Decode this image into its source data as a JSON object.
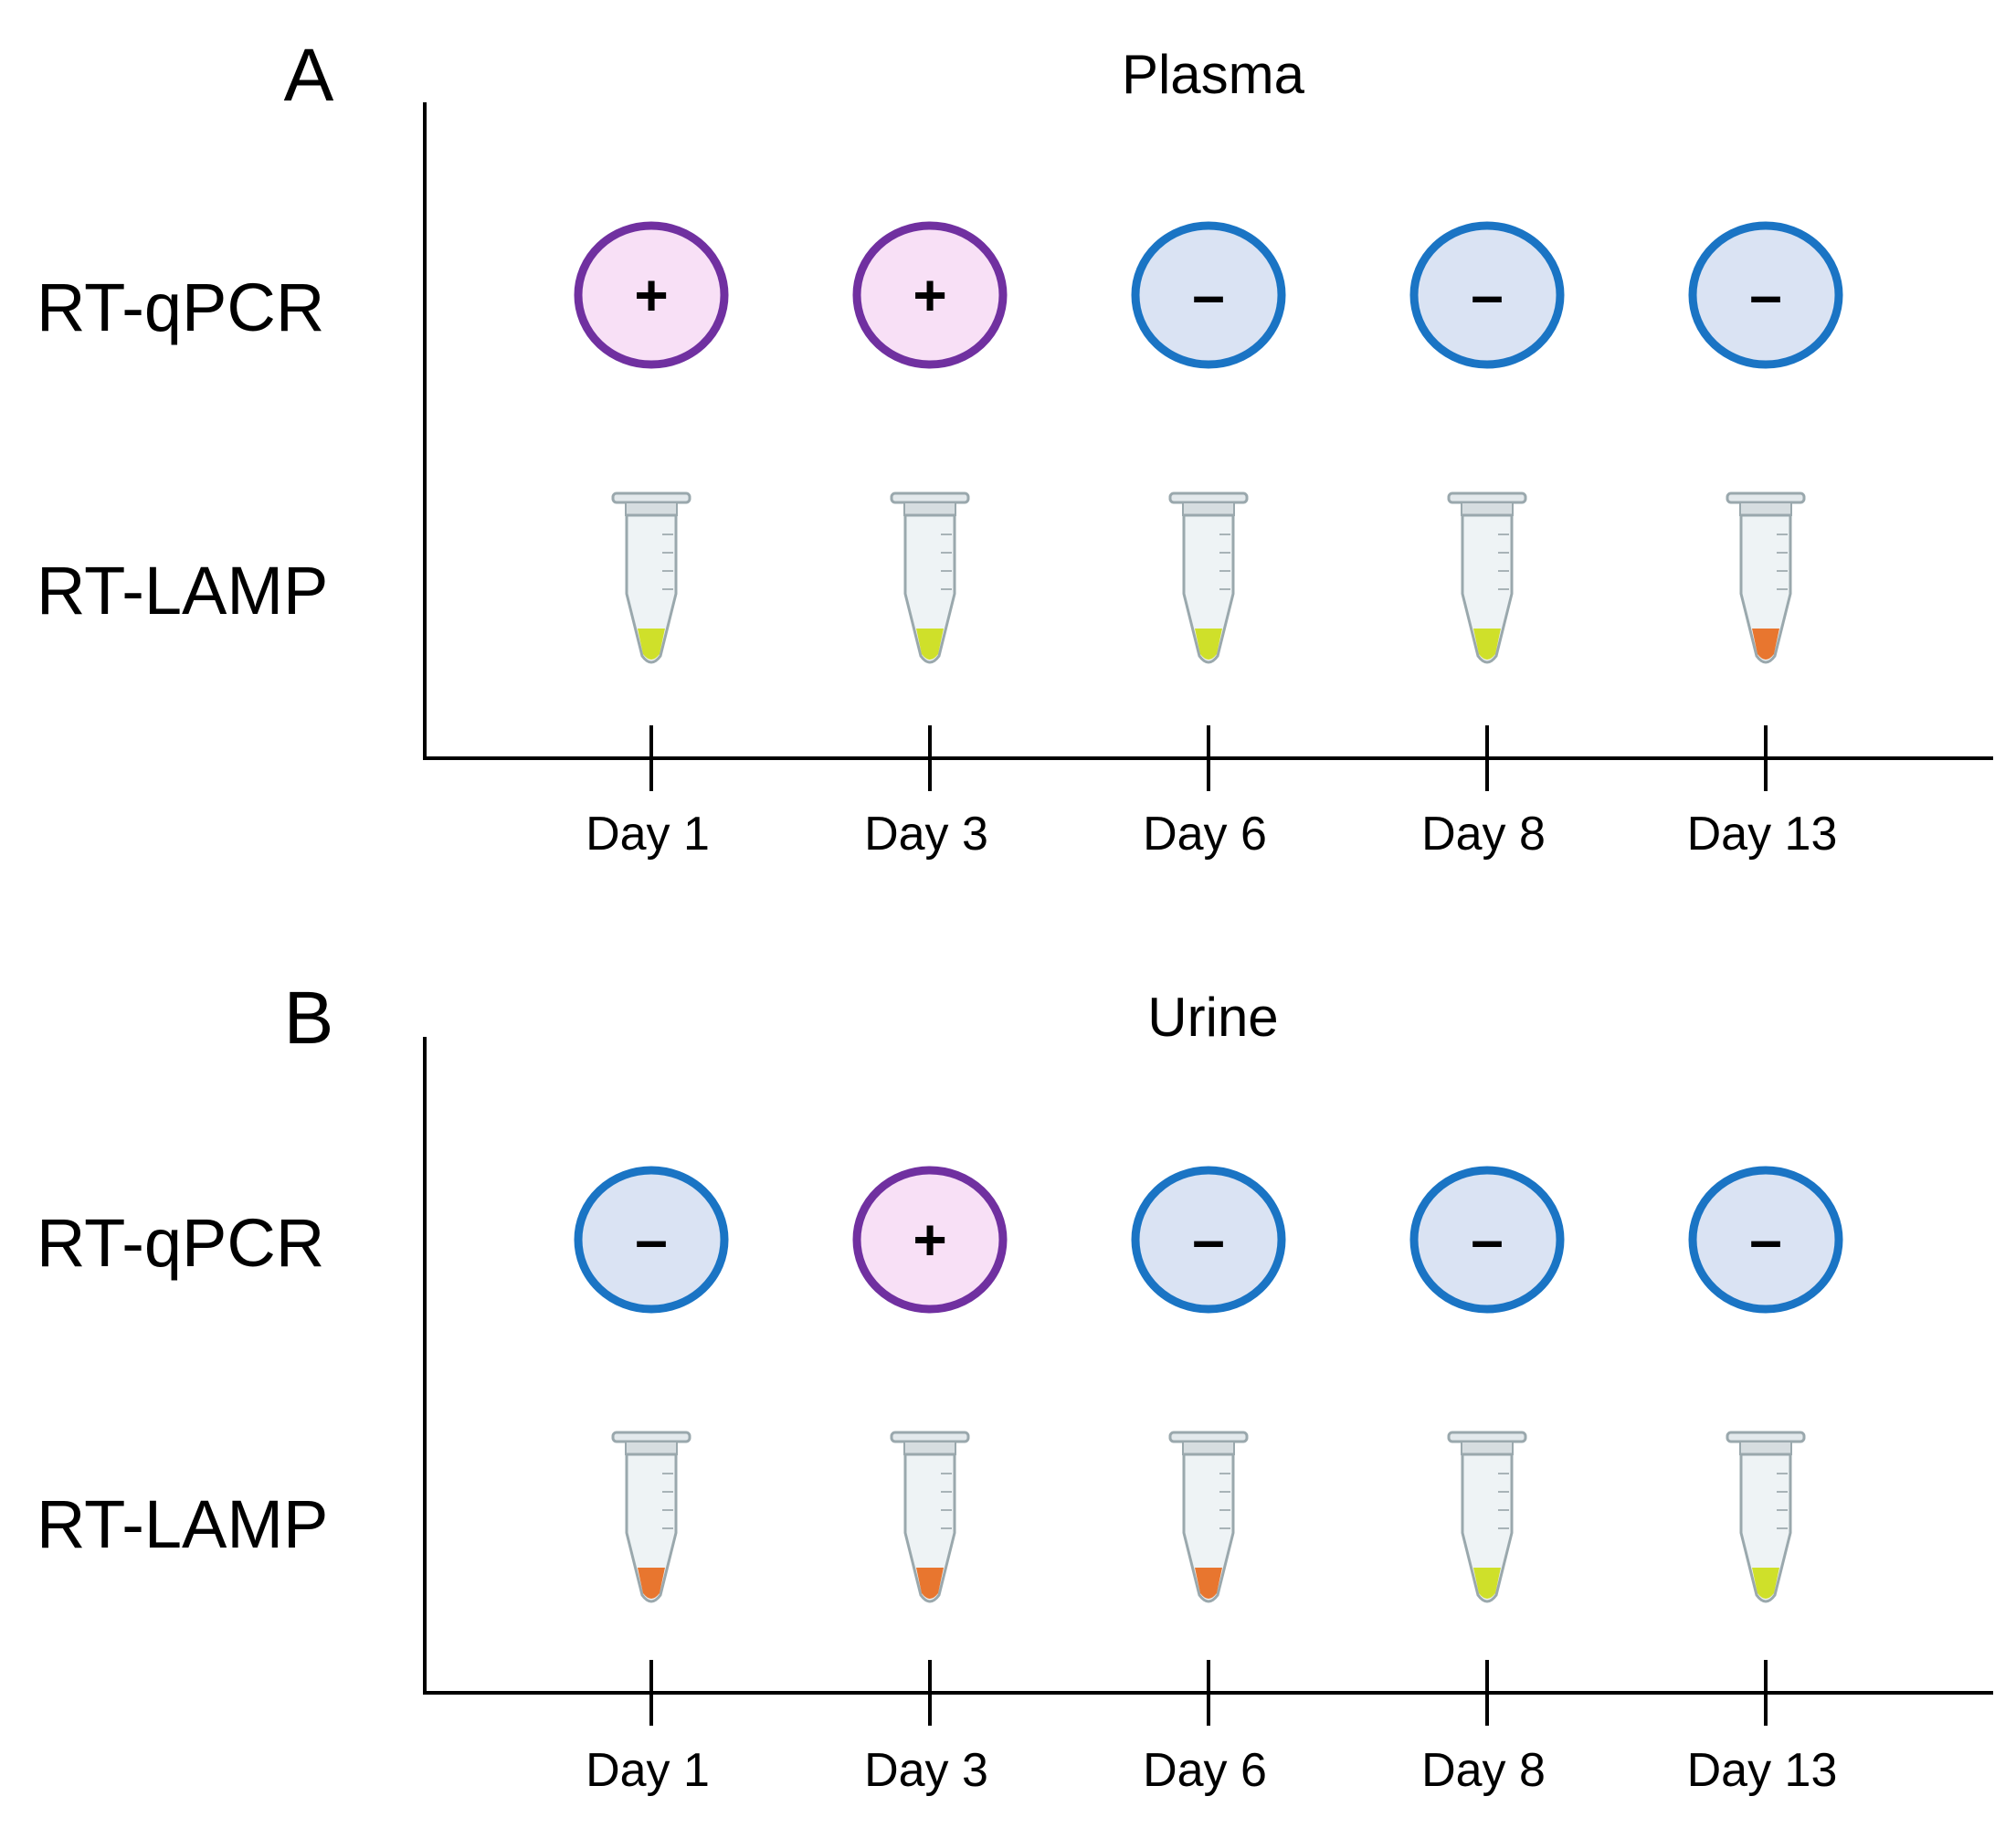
{
  "colors": {
    "positive_stroke": "#7030a0",
    "positive_fill": "#f8e0f6",
    "negative_stroke": "#1a74c4",
    "negative_fill": "#dae3f3",
    "lamp_yellow": "#cfe02a",
    "lamp_orange": "#e8762f",
    "axis": "#000000",
    "tube_body": "#eef3f5",
    "tube_outline": "#9aa8ad"
  },
  "days": [
    "Day 1",
    "Day 3",
    "Day 6",
    "Day 8",
    "Day 13"
  ],
  "row_labels": {
    "qpcr": "RT-qPCR",
    "lamp": "RT-LAMP"
  },
  "panels": [
    {
      "letter": "A",
      "title": "Plasma",
      "qpcr": [
        {
          "result": "positive",
          "symbol": "+"
        },
        {
          "result": "positive",
          "symbol": "+"
        },
        {
          "result": "negative",
          "symbol": "–"
        },
        {
          "result": "negative",
          "symbol": "–"
        },
        {
          "result": "negative",
          "symbol": "–"
        }
      ],
      "lamp_colors": [
        "yellow",
        "yellow",
        "yellow",
        "yellow",
        "orange"
      ]
    },
    {
      "letter": "B",
      "title": "Urine",
      "qpcr": [
        {
          "result": "negative",
          "symbol": "–"
        },
        {
          "result": "positive",
          "symbol": "+"
        },
        {
          "result": "negative",
          "symbol": "–"
        },
        {
          "result": "negative",
          "symbol": "–"
        },
        {
          "result": "negative",
          "symbol": "–"
        }
      ],
      "lamp_colors": [
        "orange",
        "orange",
        "orange",
        "yellow",
        "yellow"
      ]
    }
  ]
}
